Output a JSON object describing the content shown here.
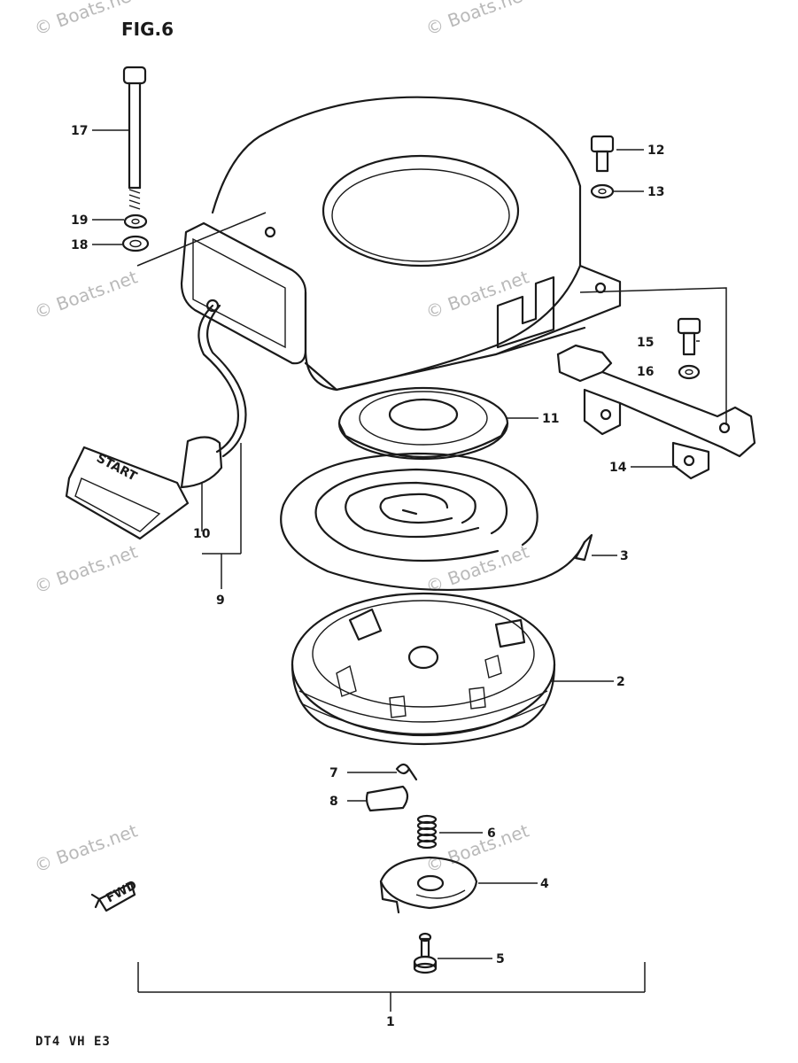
{
  "figure": {
    "title": "FIG.6",
    "model_code": "DT4 VH E3"
  },
  "watermark": "© Boats.net",
  "handle_text": "START",
  "fwd_text": "FWD",
  "callouts": [
    "1",
    "2",
    "3",
    "4",
    "5",
    "6",
    "7",
    "8",
    "9",
    "10",
    "11",
    "12",
    "13",
    "14",
    "15",
    "16",
    "17",
    "18",
    "19"
  ]
}
